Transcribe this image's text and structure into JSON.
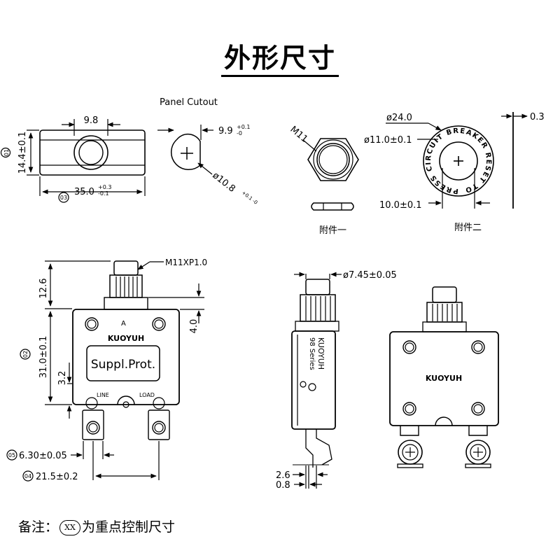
{
  "title": "外形尺寸",
  "labels": {
    "panel_cutout": "Panel Cutout",
    "dim_9_8": "9.8",
    "dim_14_4": "14.4±0.1",
    "marker_01": "01",
    "dim_35": "35.0",
    "dim_35_tol_upper": "+0.3",
    "dim_35_tol_lower": "-0.1",
    "marker_03": "03",
    "dim_9_9": "9.9",
    "dim_9_9_tol_upper": "+0.1",
    "dim_9_9_tol_lower": "-0",
    "dim_10_8": "ø10.8",
    "dim_10_8_tol": "+0.1 -0",
    "m11": "M11",
    "accessory_1": "附件一",
    "dim_24": "ø24.0",
    "dim_11": "ø11.0±0.1",
    "dim_0_3": "0.3",
    "dim_10": "10.0±0.1",
    "accessory_2": "附件二",
    "ring_text": "PRESS CIRCUIT BREAKER RESET TO",
    "thread": "M11XP1.0",
    "dim_12_6": "12.6",
    "dim_31": "31.0±0.1",
    "marker_02": "02",
    "dim_3_2": "3.2",
    "dim_4": "4.0",
    "letter_a": "A",
    "brand": "KUOYUH",
    "label_box": "Suppl.Prot.",
    "line": "LINE",
    "load": "LOAD",
    "dim_6_30": "6.30±0.05",
    "marker_05": "05",
    "dim_21_5": "21.5±0.2",
    "marker_04": "04",
    "dim_7_45": "ø7.45±0.05",
    "side_brand": "KUOYUH",
    "side_series": "98 Series",
    "dim_2_6": "2.6",
    "dim_0_8": "0.8",
    "back_brand": "KUOYUH"
  },
  "note": {
    "prefix": "备注：",
    "marker": "XX",
    "suffix": "为重点控制尺寸"
  }
}
